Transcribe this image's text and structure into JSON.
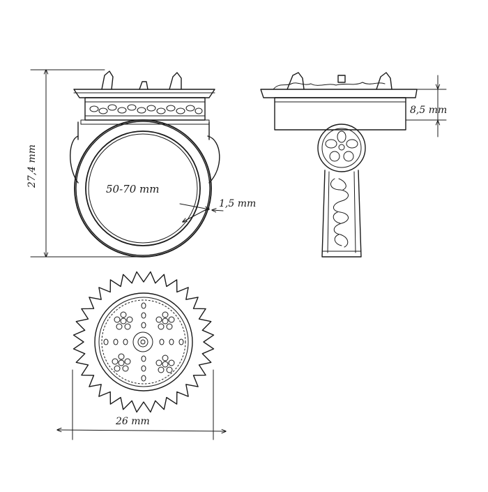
{
  "drawing": {
    "ink_color": "#1a1a1a",
    "paper_color": "#ffffff",
    "dimensions": {
      "height_label": "27,4 mm",
      "inner_size_label": "50-70 mm",
      "wall_label": "1,5 mm",
      "side_height_label": "8,5 mm",
      "diameter_label": "26 mm"
    },
    "views": {
      "front": "front-view",
      "side": "side-view",
      "top": "top-view"
    }
  }
}
